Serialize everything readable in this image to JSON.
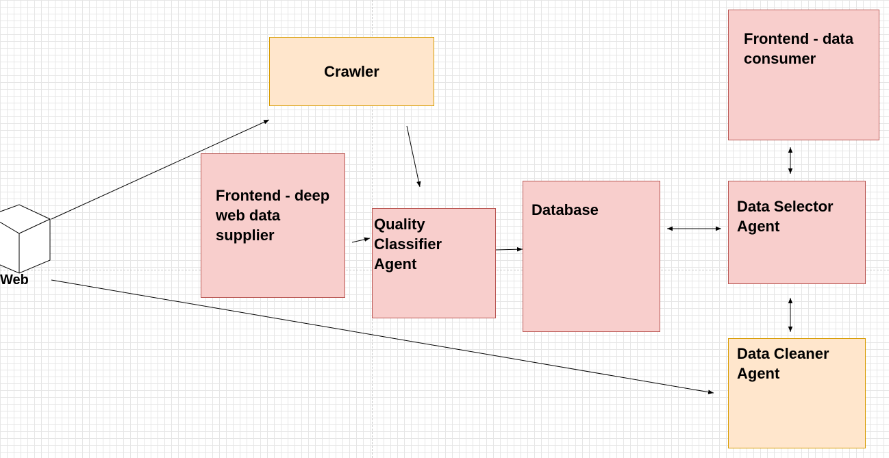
{
  "nodes": {
    "crawler": "Crawler",
    "frontend_supplier": "Frontend - deep web data supplier",
    "quality_classifier": "Quality Classifier Agent",
    "database": "Database",
    "frontend_consumer": "Frontend - data consumer",
    "data_selector": "Data Selector Agent",
    "data_cleaner": "Data Cleaner Agent",
    "web": "Web"
  },
  "colors": {
    "pink_fill": "#f8cecc",
    "pink_stroke": "#b85450",
    "orange_fill": "#ffe6cc",
    "orange_stroke": "#d79b00"
  }
}
